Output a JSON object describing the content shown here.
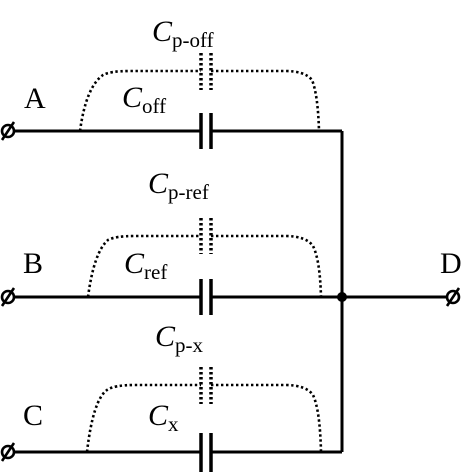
{
  "terminals": {
    "a": "A",
    "b": "B",
    "c": "C",
    "d": "D"
  },
  "capacitors": {
    "p_off": {
      "symbol": "C",
      "subscript": "p-off"
    },
    "off": {
      "symbol": "C",
      "subscript": "off"
    },
    "p_ref": {
      "symbol": "C",
      "subscript": "p-ref"
    },
    "ref": {
      "symbol": "C",
      "subscript": "ref"
    },
    "p_x": {
      "symbol": "C",
      "subscript": "p-x"
    },
    "x": {
      "symbol": "C",
      "subscript": "x"
    }
  }
}
